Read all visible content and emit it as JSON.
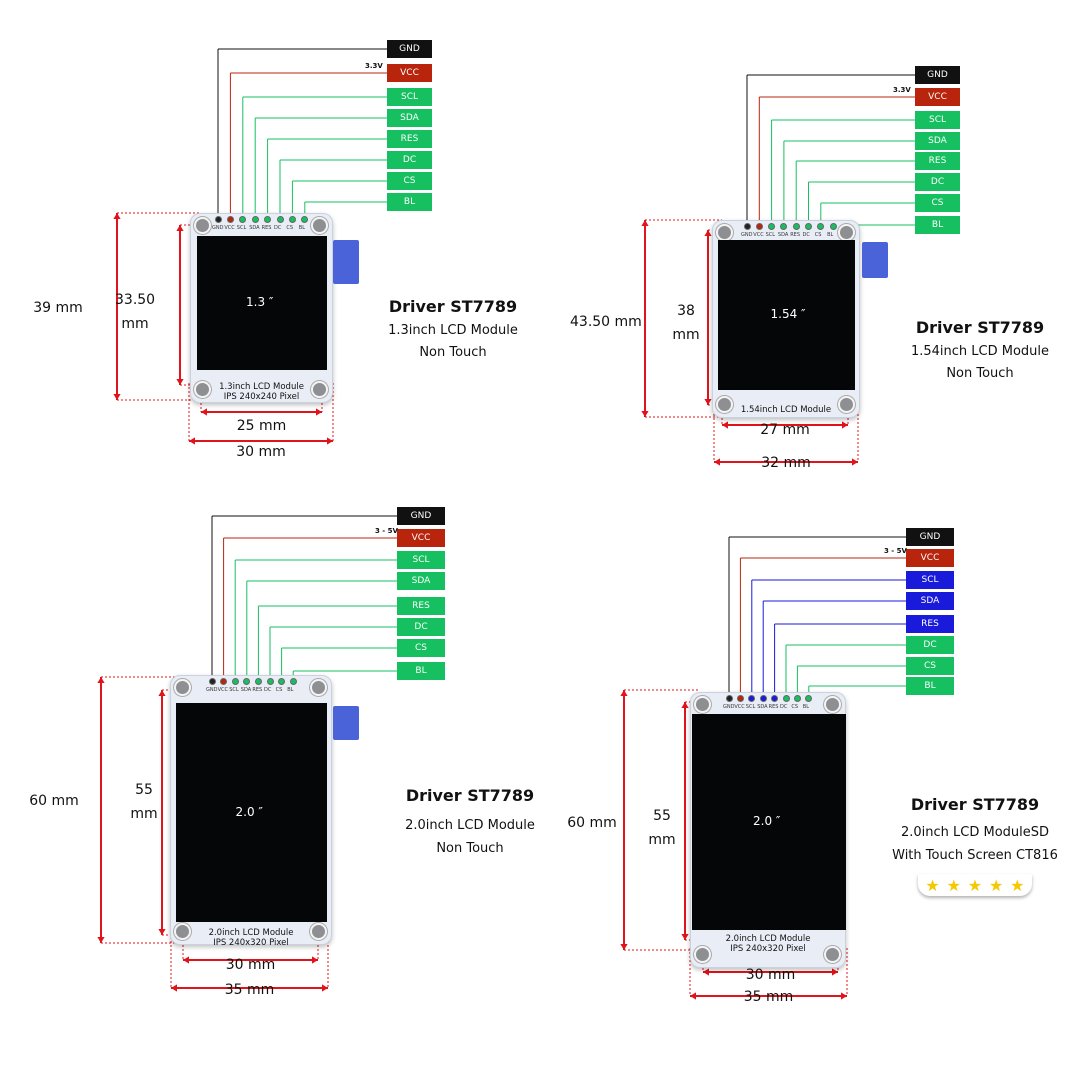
{
  "colors": {
    "gnd": "#111111",
    "vcc": "#b8240c",
    "green": "#16c060",
    "blue": "#1a1adb",
    "dim": "#e0141a"
  },
  "panels": [
    {
      "pins": [
        "GND",
        "VCC",
        "SCL",
        "SDA",
        "RES",
        "DC",
        "CS",
        "BL"
      ],
      "pin_colors": [
        "gnd",
        "vcc",
        "green",
        "green",
        "green",
        "green",
        "green",
        "green"
      ],
      "voltage": "3.3V",
      "diagonal": "1.3 ″",
      "board_label": [
        "1.3inch LCD Module",
        "IPS 240x240 Pixel"
      ],
      "outer_height": "39 mm",
      "inner_height": [
        "33.50",
        "mm"
      ],
      "inner_width": "25 mm",
      "outer_width": "30 mm",
      "title": "Driver ST7789",
      "subtitle": [
        "1.3inch LCD Module",
        "Non Touch"
      ]
    },
    {
      "pins": [
        "GND",
        "VCC",
        "SCL",
        "SDA",
        "RES",
        "DC",
        "CS",
        "BL"
      ],
      "pin_colors": [
        "gnd",
        "vcc",
        "green",
        "green",
        "green",
        "green",
        "green",
        "green"
      ],
      "voltage": "3.3V",
      "diagonal": "1.54 ″",
      "board_label": [
        "1.54inch LCD Module"
      ],
      "outer_height": "43.50 mm",
      "inner_height": [
        "38",
        "mm"
      ],
      "inner_width": "27 mm",
      "outer_width": "32 mm",
      "title": "Driver ST7789",
      "subtitle": [
        "1.54inch LCD Module",
        "Non Touch"
      ]
    },
    {
      "pins": [
        "GND",
        "VCC",
        "SCL",
        "SDA",
        "RES",
        "DC",
        "CS",
        "BL"
      ],
      "pin_colors": [
        "gnd",
        "vcc",
        "green",
        "green",
        "green",
        "green",
        "green",
        "green"
      ],
      "voltage": "3 - 5V",
      "diagonal": "2.0 ″",
      "board_label": [
        "2.0inch LCD Module",
        "IPS 240x320 Pixel"
      ],
      "outer_height": "60 mm",
      "inner_height": [
        "55",
        "mm"
      ],
      "inner_width": "30 mm",
      "outer_width": "35 mm",
      "title": "Driver ST7789",
      "subtitle": [
        "2.0inch LCD Module",
        "Non Touch"
      ]
    },
    {
      "pins": [
        "GND",
        "VCC",
        "SCL",
        "SDA",
        "RES",
        "DC",
        "CS",
        "BL"
      ],
      "pin_colors": [
        "gnd",
        "vcc",
        "blue",
        "blue",
        "blue",
        "green",
        "green",
        "green"
      ],
      "voltage": "3 - 5V",
      "diagonal": "2.0 ″",
      "board_label": [
        "2.0inch LCD Module",
        "IPS 240x320 Pixel"
      ],
      "outer_height": "60 mm",
      "inner_height": [
        "55",
        "mm"
      ],
      "inner_width": "30 mm",
      "outer_width": "35 mm",
      "title": "Driver ST7789",
      "subtitle": [
        "2.0inch LCD ModuleSD",
        "With Touch Screen CT816"
      ],
      "rating": 5
    }
  ]
}
